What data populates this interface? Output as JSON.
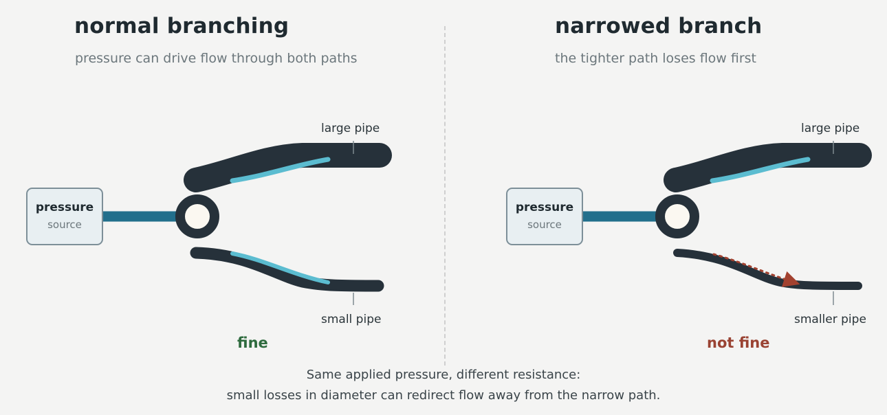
{
  "left_panel": {
    "title": "normal branching",
    "subtitle": "pressure can drive flow through both paths",
    "source_title": "pressure",
    "source_sub": "source",
    "upper_label": "large pipe",
    "lower_label": "small pipe",
    "verdict": "fine"
  },
  "right_panel": {
    "title": "narrowed branch",
    "subtitle": "the tighter path loses flow first",
    "source_title": "pressure",
    "source_sub": "source",
    "upper_label": "large pipe",
    "lower_label": "smaller pipe",
    "verdict": "not fine"
  },
  "caption": {
    "line1": "Same applied pressure, different resistance:",
    "line2": "small losses in diameter can redirect flow away from the narrow path."
  },
  "colors": {
    "pipe": "#26313a",
    "feed": "#226f8c",
    "flow": "#5bbcd0",
    "blocked_flow": "#a2412f",
    "ok": "#2e6b3e",
    "bad": "#9a4333"
  }
}
